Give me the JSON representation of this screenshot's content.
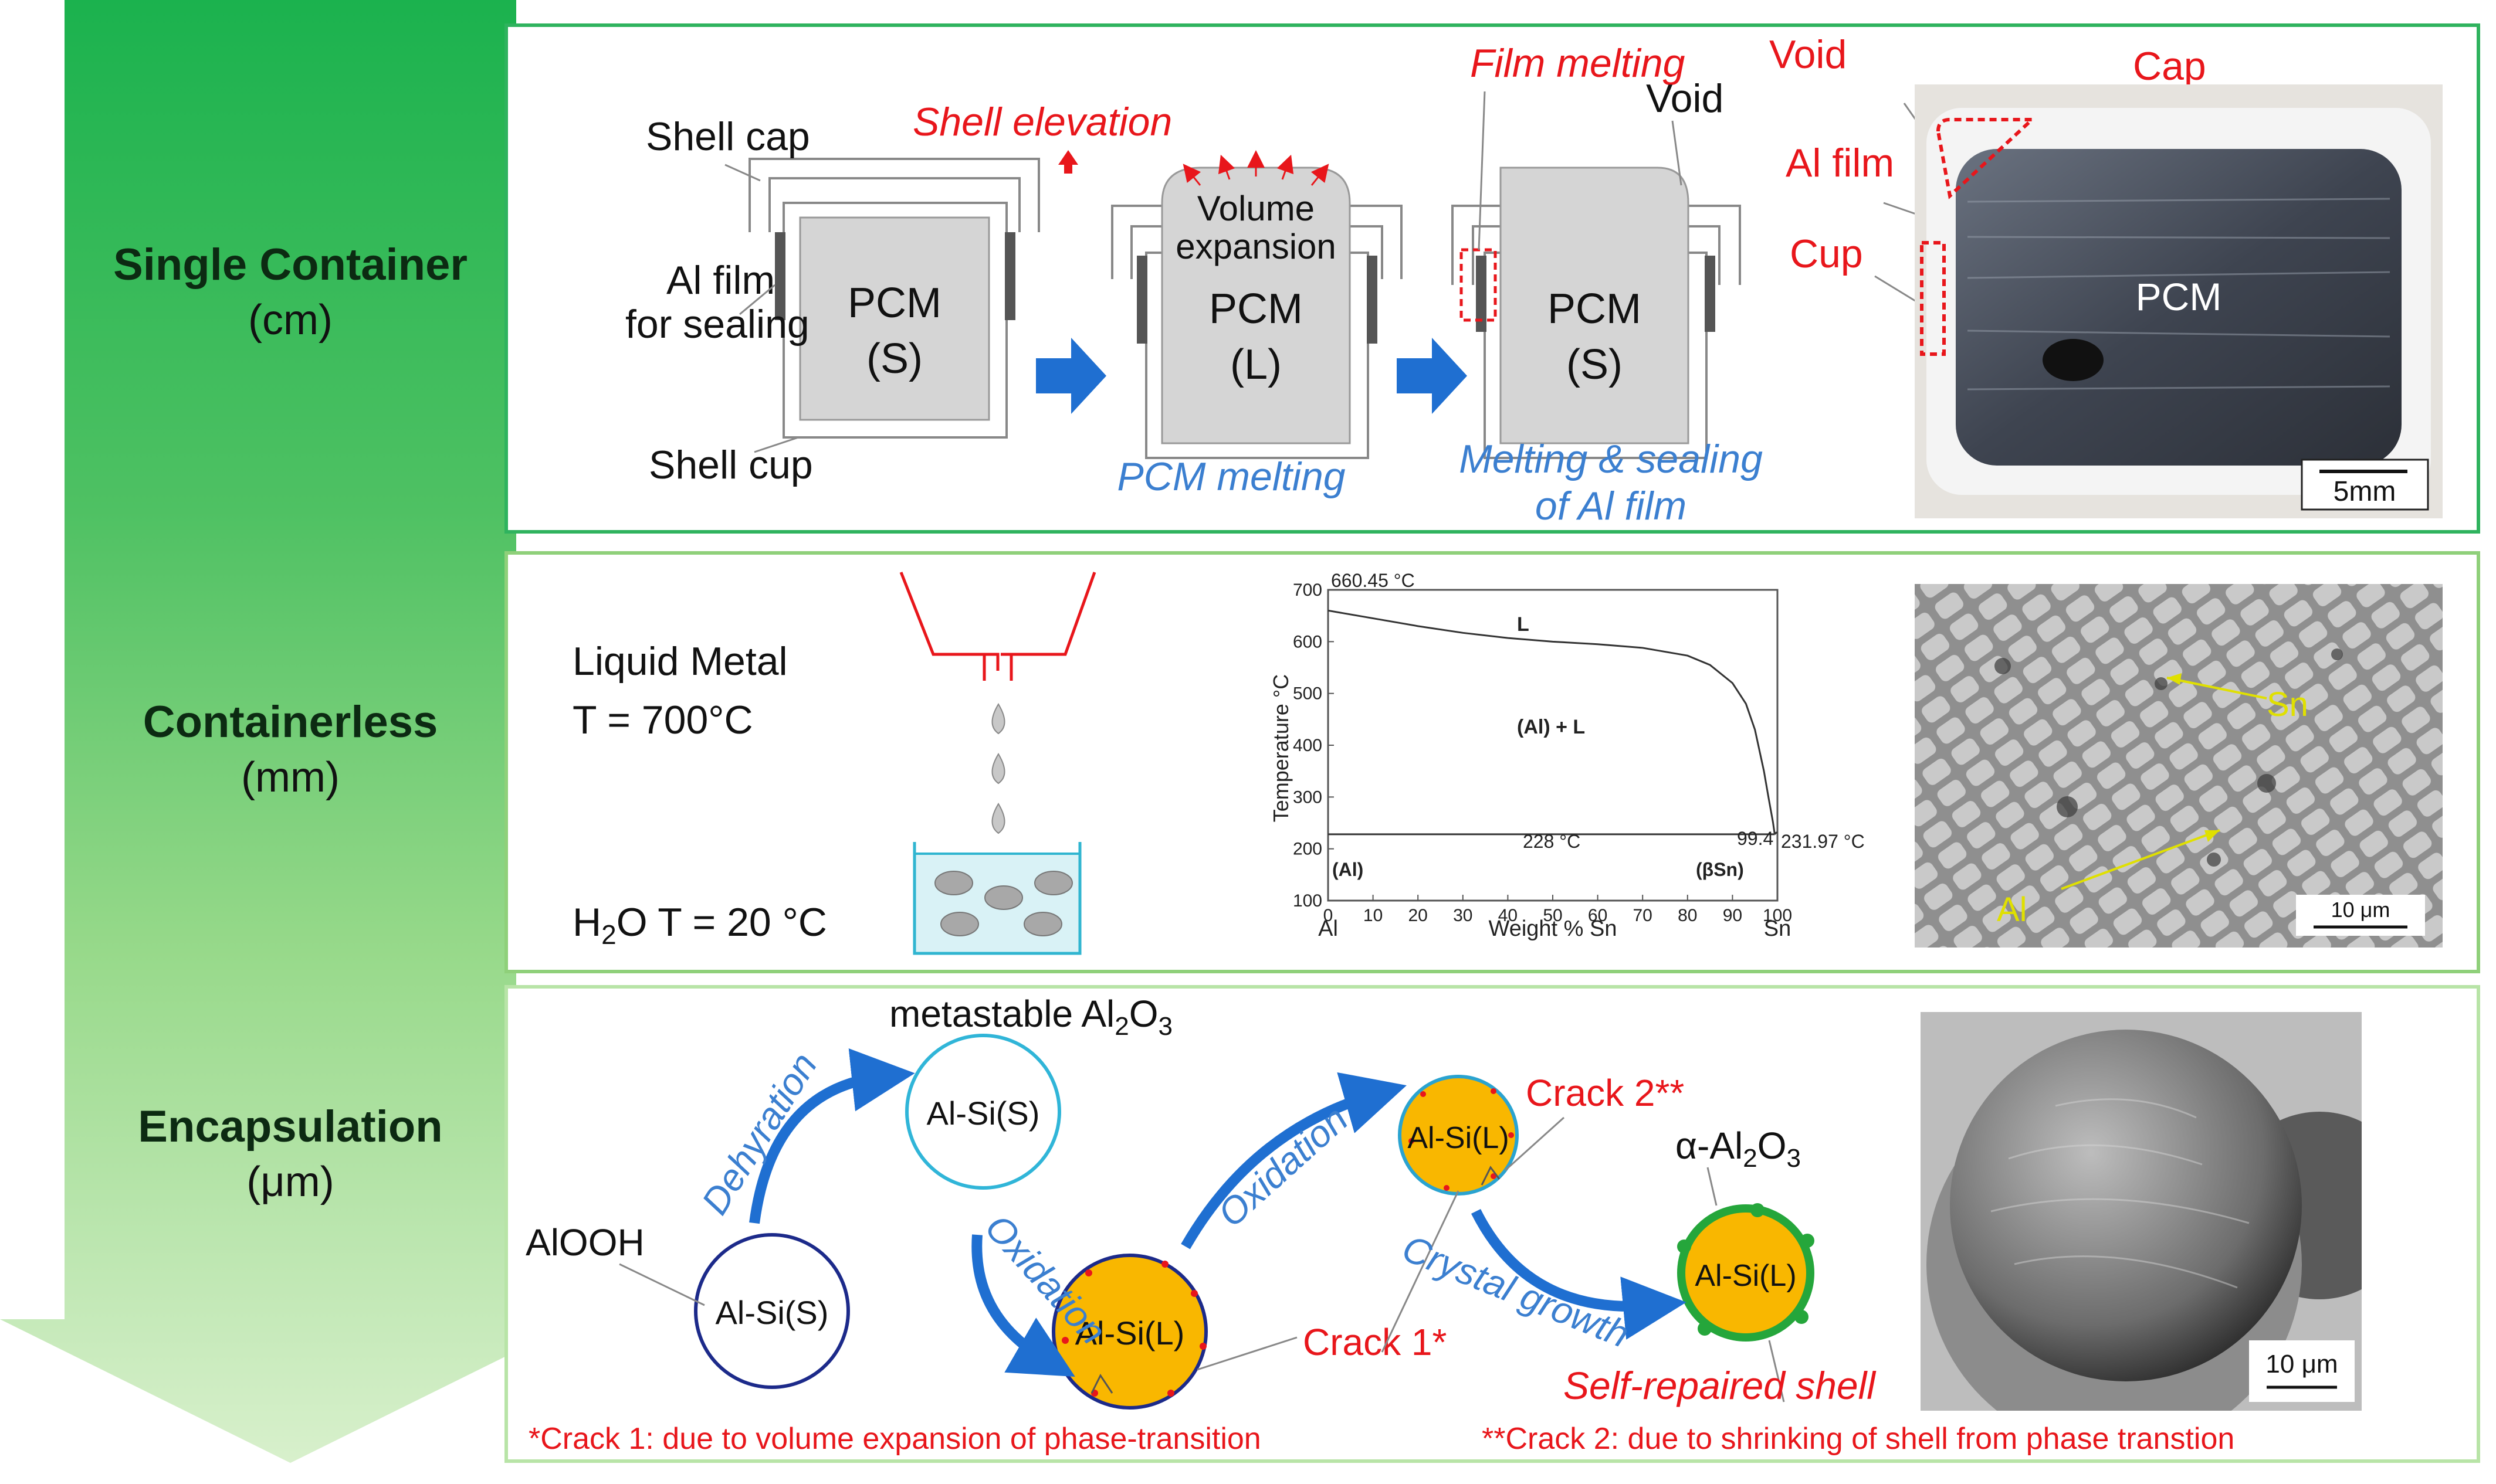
{
  "rows": [
    {
      "title": "Single Container",
      "unit": "(cm)"
    },
    {
      "title": "Containerless",
      "unit": "(mm)"
    },
    {
      "title": "Encapsulation",
      "unit": "(μm)"
    }
  ],
  "single": {
    "shell_cap": "Shell cap",
    "al_film_1": "Al film",
    "al_film_2": "for sealing",
    "shell_cup": "Shell cup",
    "pcm": "PCM",
    "state_s": "(S)",
    "state_l": "(L)",
    "shell_elevation": "Shell elevation",
    "volume_1": "Volume",
    "volume_2": "expansion",
    "film_melting": "Film melting",
    "void": "Void",
    "pcm_melting": "PCM melting",
    "melting_sealing_1": "Melting & sealing",
    "melting_sealing_2": "of Al film",
    "photo_void": "Void",
    "photo_cap": "Cap",
    "photo_al_film": "Al film",
    "photo_cup": "Cup",
    "photo_pcm": "PCM",
    "scale": "5mm"
  },
  "containerless": {
    "liquid_metal": "Liquid Metal",
    "temp_liquid": "T = 700°C",
    "h2o_prefix": "H",
    "h2o_sub": "2",
    "h2o_suffix": "O T = 20 °C",
    "sn_label": "Sn",
    "al_label": "Al",
    "scale": "10 μm"
  },
  "chart_data": {
    "type": "line",
    "title": "",
    "xlabel": "Weight % Sn",
    "ylabel": "Temperature °C",
    "xlim": [
      0,
      100
    ],
    "ylim": [
      100,
      700
    ],
    "x_ticks": [
      "0",
      "10",
      "20",
      "30",
      "40",
      "50",
      "60",
      "70",
      "80",
      "90",
      "100"
    ],
    "y_ticks": [
      "100",
      "200",
      "300",
      "400",
      "500",
      "600",
      "700"
    ],
    "x_end_left": "Al",
    "x_end_right": "Sn",
    "series": [
      {
        "x": [
          0,
          10,
          20,
          30,
          40,
          50,
          60,
          70,
          80,
          85,
          90,
          93,
          95,
          97,
          98,
          99,
          99.4
        ],
        "y": [
          660,
          645,
          630,
          617,
          607,
          600,
          595,
          588,
          573,
          555,
          520,
          480,
          430,
          350,
          300,
          252,
          228
        ]
      },
      {
        "x": [
          99.4,
          99.7,
          100
        ],
        "y": [
          228,
          231,
          232
        ]
      },
      {
        "x": [
          0,
          99.4
        ],
        "y": [
          228,
          228
        ]
      }
    ],
    "annotations": {
      "t_al": "660.45 °C",
      "phase_l": "L",
      "phase_al_l": "(Al) + L",
      "eutectic_t": "228 °C",
      "eutectic_x": "99.4",
      "t_sn": "231.97 °C",
      "phase_al": "(Al)",
      "phase_sn": "(βSn)"
    }
  },
  "encapsulation": {
    "metastable_prefix": "metastable Al",
    "metastable_sub1": "2",
    "metastable_mid": "O",
    "metastable_sub2": "3",
    "alooh": "AlOOH",
    "alsi_s": "Al-Si(S)",
    "alsi_l": "Al-Si(L)",
    "dehydration": "Dehyration",
    "oxidation": "Oxidation",
    "crack1": "Crack 1*",
    "crack2": "Crack 2**",
    "alpha_prefix": "α-Al",
    "alpha_sub1": "2",
    "alpha_mid": "O",
    "alpha_sub2": "3",
    "crystal_growth": "Crystal growth",
    "self_repaired": "Self-repaired shell",
    "note1": "*Crack 1: due to volume expansion of phase-transition",
    "note2": "**Crack 2: due to shrinking of shell from phase transtion",
    "scale": "10 μm"
  },
  "colors": {
    "green_border": "#2fb35e",
    "green_light_border": "#8fd07a",
    "red_text": "#e8161b",
    "blue_text": "#3b7fd0",
    "blue_arrow": "#1f6fd1",
    "orange": "#f9b700",
    "shell_green": "#25a63b"
  }
}
